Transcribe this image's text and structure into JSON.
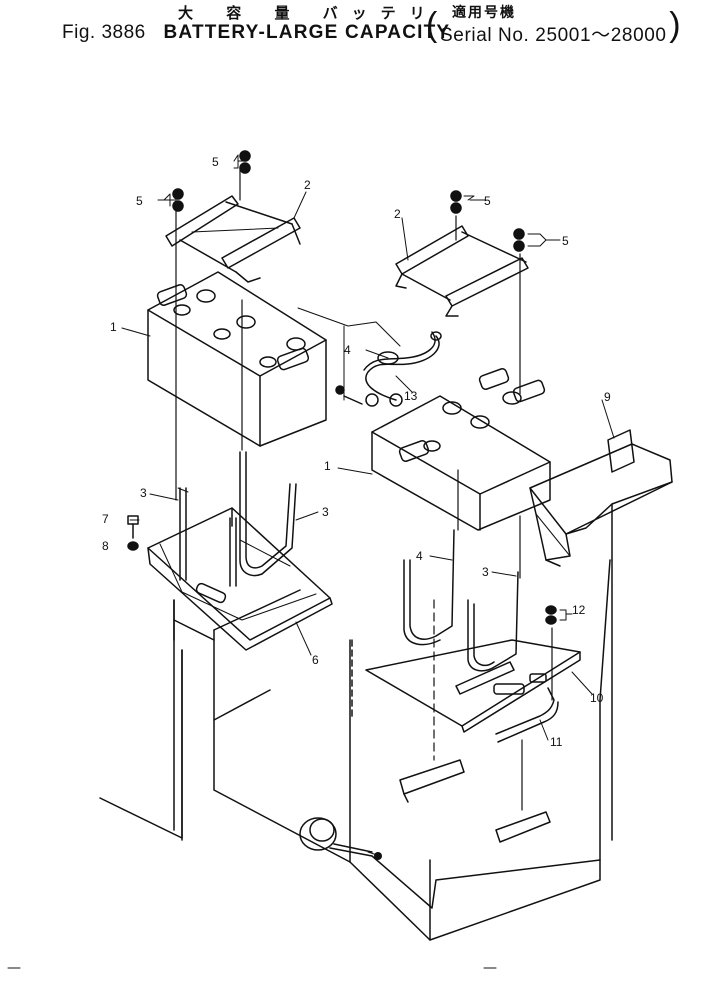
{
  "header": {
    "jp_title": "大 容 量 バッテリ",
    "jp_serial": "適用号機",
    "fig_no": "Fig. 3886",
    "title": "BATTERY-LARGE CAPACITY",
    "serial": "Serial No. 25001～28000"
  },
  "callouts": {
    "c1a": "1",
    "c1b": "1",
    "c2a": "2",
    "c2b": "2",
    "c3a": "3",
    "c3b": "3",
    "c3c": "3",
    "c4a": "4",
    "c4b": "4",
    "c5a": "5",
    "c5b": "5",
    "c5c": "5",
    "c5d": "5",
    "c6": "6",
    "c7": "7",
    "c8": "8",
    "c9": "9",
    "c10": "10",
    "c11": "11",
    "c12": "12",
    "c13": "13"
  }
}
